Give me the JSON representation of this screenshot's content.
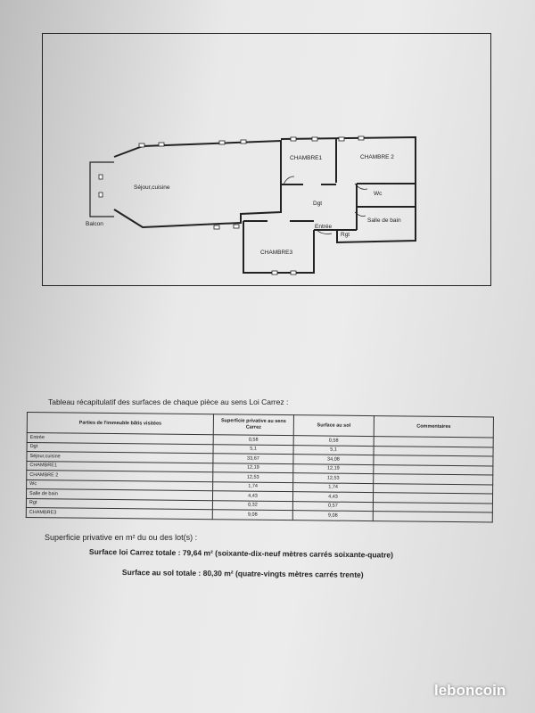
{
  "floor_plan": {
    "rooms": {
      "sejour": "Séjour,cuisine",
      "balcon": "Balcon",
      "chambre1": "CHAMBRE1",
      "chambre2": "CHAMBRE 2",
      "dgt": "Dgt",
      "wc": "Wc",
      "salle_de_bain": "Salle de bain",
      "entree": "Entrée",
      "rgt": "Rgt",
      "chambre3": "CHAMBRE3"
    }
  },
  "table": {
    "caption": "Tableau récapitulatif des surfaces de chaque pièce au sens Loi Carrez :",
    "headers": [
      "Parties de l'immeuble bâtis visitées",
      "Superficie privative au sens Carrez",
      "Surface au sol",
      "Commentaires"
    ],
    "rows": [
      {
        "piece": "Entrée",
        "carrez": "0,58",
        "sol": "0,58",
        "commentaire": ""
      },
      {
        "piece": "Dgt",
        "carrez": "5,1",
        "sol": "5,1",
        "commentaire": ""
      },
      {
        "piece": "Séjour,cuisine",
        "carrez": "33,67",
        "sol": "34,08",
        "commentaire": ""
      },
      {
        "piece": "CHAMBRE1",
        "carrez": "12,19",
        "sol": "12,19",
        "commentaire": ""
      },
      {
        "piece": "CHAMBRE 2",
        "carrez": "12,53",
        "sol": "12,53",
        "commentaire": ""
      },
      {
        "piece": "Wc",
        "carrez": "1,74",
        "sol": "1,74",
        "commentaire": ""
      },
      {
        "piece": "Salle de bain",
        "carrez": "4,43",
        "sol": "4,43",
        "commentaire": ""
      },
      {
        "piece": "Rgt",
        "carrez": "0,32",
        "sol": "0,57",
        "commentaire": ""
      },
      {
        "piece": "CHAMBRE3",
        "carrez": "9,08",
        "sol": "9,08",
        "commentaire": ""
      }
    ]
  },
  "summary": {
    "intro": "Superficie privative en m² du ou des lot(s) :",
    "carrez_total": "Surface loi Carrez totale : 79,64 m² (soixante-dix-neuf mètres carrés soixante-quatre)",
    "sol_total": "Surface au sol totale : 80,30 m² (quatre-vingts mètres carrés trente)"
  },
  "watermark": "leboncoin",
  "colors": {
    "ink": "#222222",
    "paper": "#e6e6e6"
  }
}
